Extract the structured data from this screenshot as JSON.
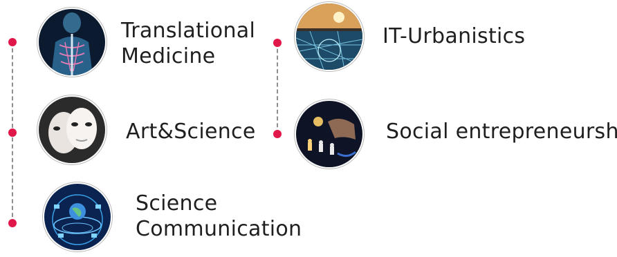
{
  "items": [
    {
      "id": "translational-medicine",
      "lines": [
        "Translational",
        "Medicine"
      ],
      "image": "human-anatomy-scan"
    },
    {
      "id": "art-science",
      "lines": [
        "Art&Science"
      ],
      "image": "theatre-masks"
    },
    {
      "id": "science-communication",
      "lines": [
        "Science",
        "Communication"
      ],
      "image": "digital-globe-network"
    },
    {
      "id": "it-urbanistics",
      "lines": [
        "IT-Urbanistics"
      ],
      "image": "digital-city-grid"
    },
    {
      "id": "social-entrepreneurship",
      "lines": [
        "Social entrepreneurship"
      ],
      "image": "hand-with-pawns"
    }
  ],
  "colors": {
    "accent": "#e0184a",
    "connector": "#8f8f8f",
    "text": "#1f1f1f"
  }
}
